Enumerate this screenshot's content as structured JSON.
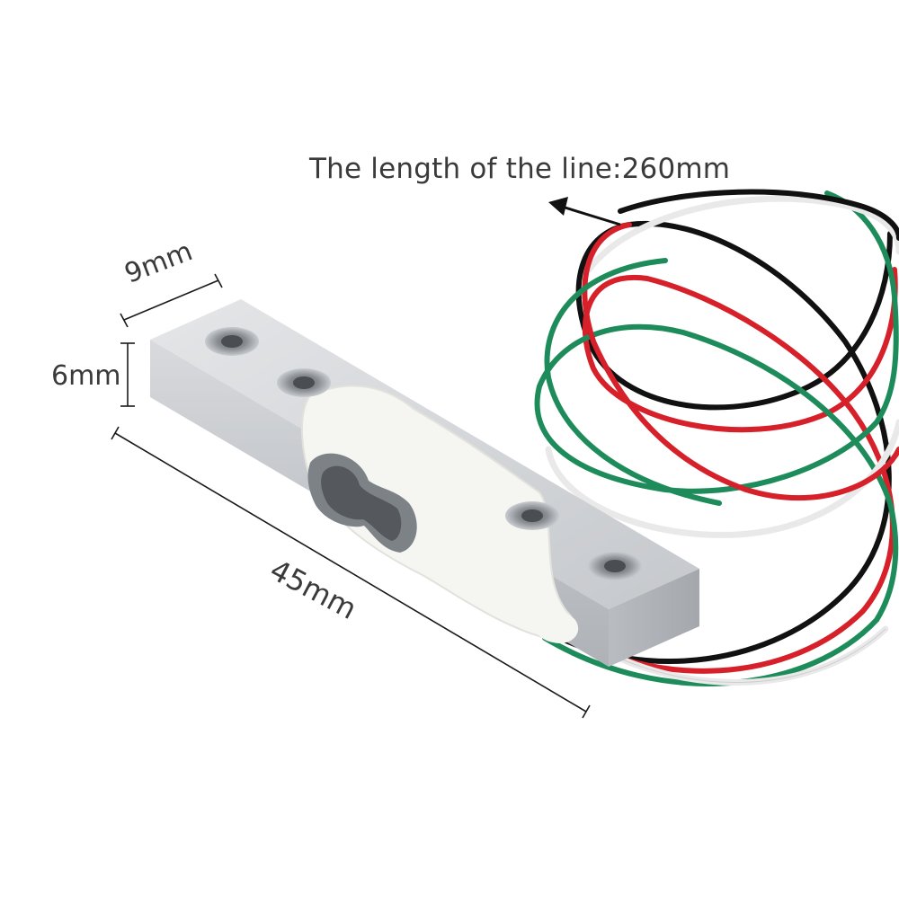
{
  "annotations": {
    "line_length": "The length of the line:260mm",
    "width": "9mm",
    "height": "6mm",
    "length": "45mm"
  },
  "colors": {
    "background": "#ffffff",
    "dimension_lines": "#1a1a1a",
    "wire_red": "#d6202a",
    "wire_black": "#111111",
    "wire_green": "#1e8c5a",
    "wire_white": "#f2f2f2",
    "aluminum": "#c9ccd0"
  },
  "icons": {
    "product": "load-cell-sensor",
    "arrow": "arrow-left-icon"
  }
}
